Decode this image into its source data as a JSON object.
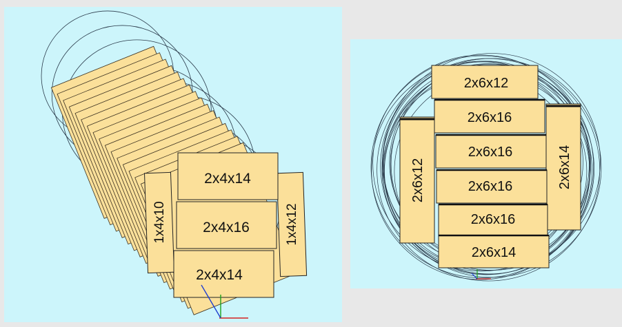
{
  "left_view": {
    "labels": [
      "2x4x14",
      "2x4x16",
      "2x4x14",
      "1x4x10",
      "1x4x12"
    ]
  },
  "right_view": {
    "labels": [
      "2x6x12",
      "2x6x16",
      "2x6x16",
      "2x6x16",
      "2x6x16",
      "2x6x14",
      "2x6x12",
      "2x6x14"
    ]
  },
  "colors": {
    "background": "#ccf5fb",
    "board_fill": "#fbe09a",
    "board_stroke": "#222222",
    "wire": "#2a3a4a",
    "axis_x": "#d42020",
    "axis_y": "#1aa01a",
    "axis_z": "#2040d0"
  }
}
